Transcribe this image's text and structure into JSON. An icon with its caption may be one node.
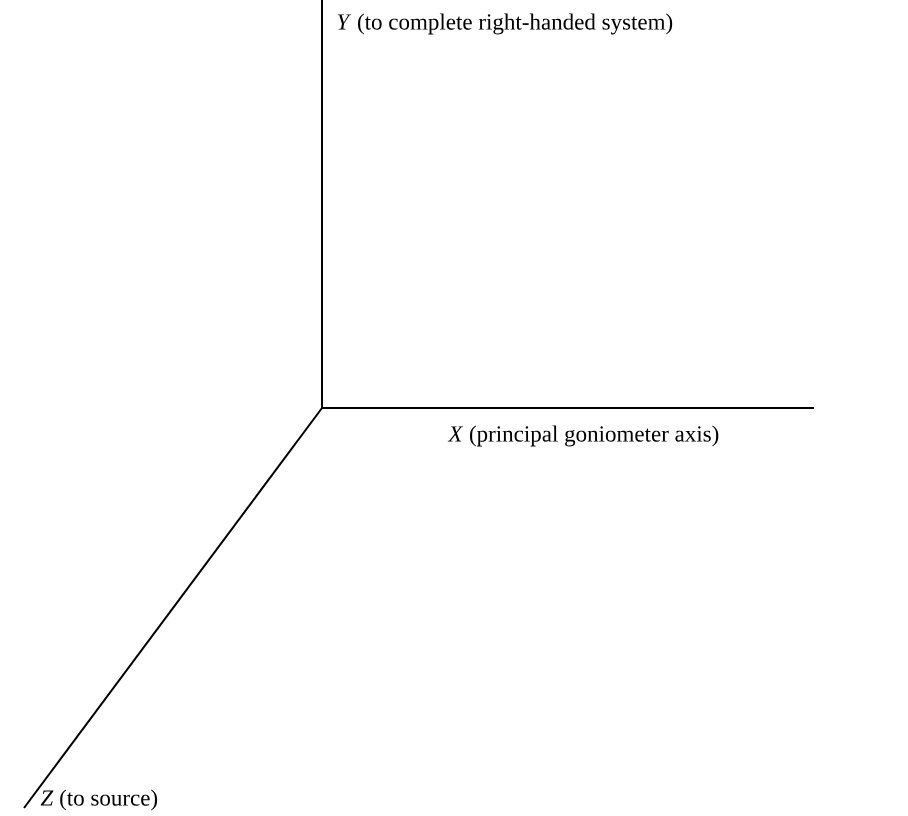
{
  "diagram": {
    "labels": [
      "*Y* (to complete right-handed system)",
      "*X* (principal goniometer axis)",
      "*Z* (to source)"
    ]
  }
}
